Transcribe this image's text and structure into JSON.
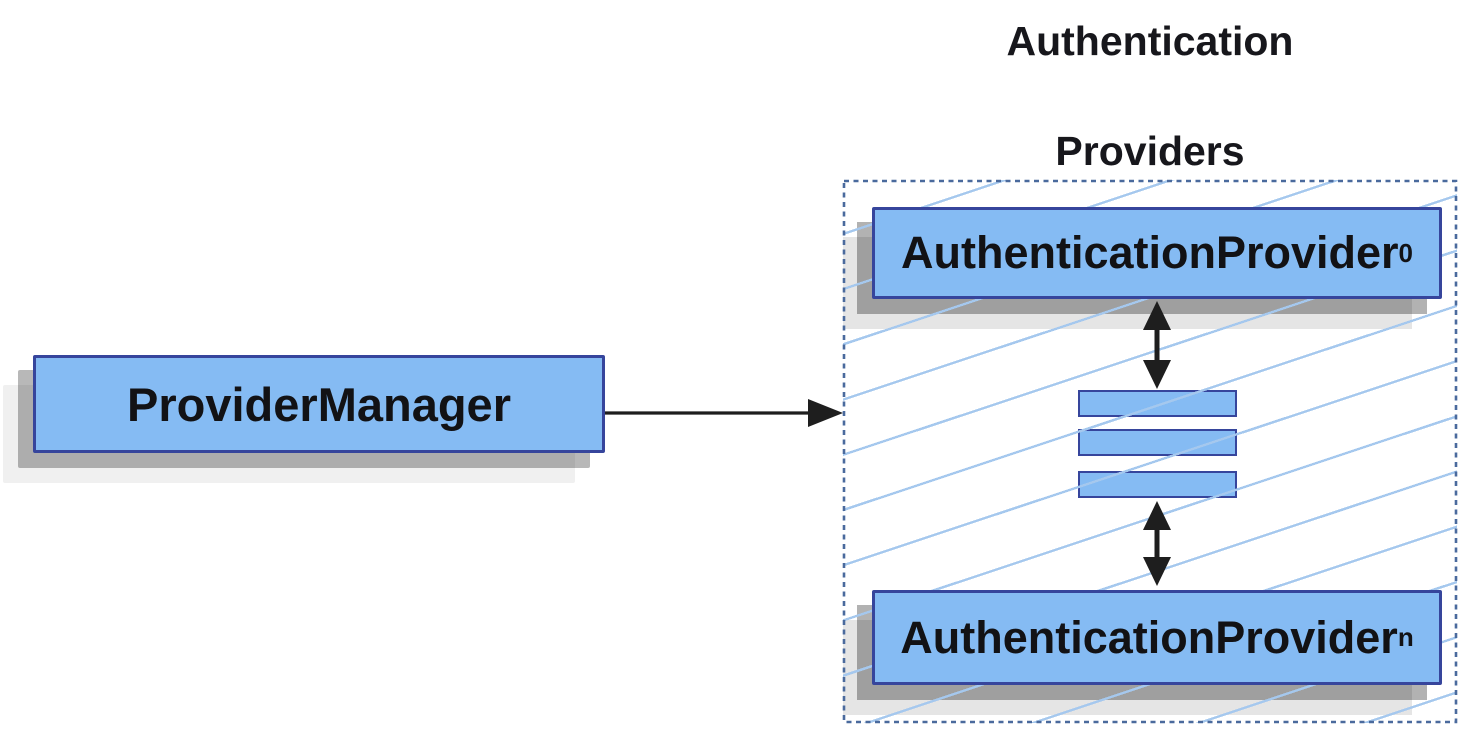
{
  "title": {
    "line1": "Authentication",
    "line2": "Providers"
  },
  "provider_manager": {
    "label": "ProviderManager"
  },
  "providers_group": {
    "box_top": {
      "label": "AuthenticationProvider",
      "subscript": "0"
    },
    "box_bottom": {
      "label": "AuthenticationProvider",
      "subscript": "n"
    },
    "ellipsis_bar_count": 3
  },
  "colors": {
    "node_fill": "#85bbf3",
    "node_border": "#36459c",
    "hatch_line": "#a5c8ee",
    "group_dashed_border": "#4a6a9d",
    "arrow": "#1e1e1e",
    "text": "#121215",
    "shadow_dark": "rgba(0,0,0,0.30)",
    "shadow_light": "rgba(0,0,0,0.10)"
  }
}
